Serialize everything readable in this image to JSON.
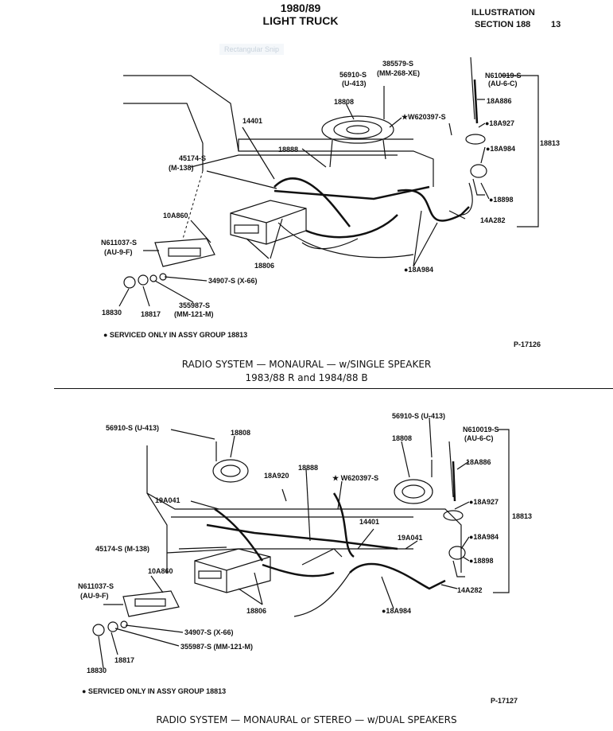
{
  "header": {
    "title_line1": "1980/89",
    "title_line2": "LIGHT TRUCK",
    "illustration": "ILLUSTRATION",
    "section": "SECTION 188",
    "page": "13"
  },
  "overlay": {
    "faint_text": "Rectangular Snip"
  },
  "top_diagram": {
    "labels": {
      "l56910": "56910-S",
      "l56910b": "(U-413)",
      "l385579": "385579-S",
      "l385579b": "(MM-268-XE)",
      "l18808": "18808",
      "l14401": "14401",
      "lW620397": "★W620397-S",
      "l18888": "18888",
      "l45174": "45174-S",
      "l45174b": "(M-138)",
      "l10A860": "10A860",
      "lN611037": "N611037-S",
      "lN611037b": "(AU-9-F)",
      "l18806": "18806",
      "l34907": "34907-S (X-66)",
      "l355987": "355987-S",
      "l355987b": "(MM-121-M)",
      "l18830": "18830",
      "l18817": "18817",
      "lN610019": "N610019-S",
      "lN610019b": "(AU-6-C)",
      "l18A886": "18A886",
      "l18A927": "●18A927",
      "l18A984r": "●18A984",
      "l18813": "18813",
      "l18898": "●18898",
      "l14A282": "14A282",
      "l18A984b": "●18A984"
    },
    "note": "● SERVICED ONLY IN ASSY GROUP 18813",
    "figure_id": "P-17126",
    "caption_line1": "RADIO SYSTEM — MONAURAL — w/SINGLE SPEAKER",
    "caption_line2": "1983/88 R and 1984/88 B"
  },
  "bottom_diagram": {
    "labels": {
      "l56910a": "56910-S (U-413)",
      "l18808a": "18808",
      "l56910b": "56910-S (U-413)",
      "l18808b": "18808",
      "lN610019": "N610019-S",
      "lN610019b": "(AU-6-C)",
      "l18A886": "18A886",
      "l18888": "18888",
      "l18A920": "18A920",
      "lW620397": "★ W620397-S",
      "l19A041a": "19A041",
      "l14401": "14401",
      "l18A927": "●18A927",
      "l18813": "18813",
      "l45174": "45174-S (M-138)",
      "l19A041b": "19A041",
      "l18A984r": "●18A984",
      "l18898": "●18898",
      "l10A860": "10A860",
      "lN611037": "N611037-S",
      "lN611037b": "(AU-9-F)",
      "l14A282": "14A282",
      "l18806": "18806",
      "l18A984b": "●18A984",
      "l34907": "34907-S (X-66)",
      "l355987": "355987-S (MM-121-M)",
      "l18817": "18817",
      "l18830": "18830"
    },
    "note": "● SERVICED ONLY IN ASSY GROUP 18813",
    "figure_id": "P-17127",
    "caption_line1": "RADIO SYSTEM — MONAURAL or STEREO — w/DUAL SPEAKERS"
  }
}
